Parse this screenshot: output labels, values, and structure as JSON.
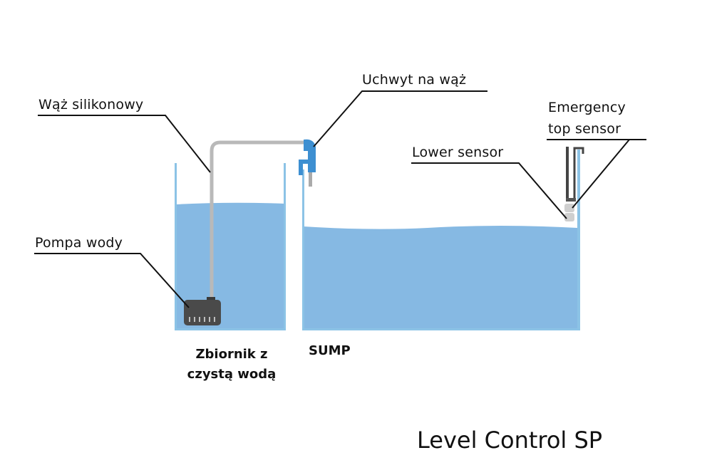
{
  "labels": {
    "hose": "Wąż silikonowy",
    "hose_holder": "Uchwyt na wąż",
    "emergency_line1": "Emergency",
    "emergency_line2": "top sensor",
    "lower_sensor": "Lower sensor",
    "pump": "Pompa wody"
  },
  "tanks": {
    "clean_line1": "Zbiornik z",
    "clean_line2": "czystą wodą",
    "sump": "SUMP"
  },
  "title": "Level Control SP",
  "colors": {
    "water": "#86b9e3",
    "tank_wall": "#8cc3e6",
    "hose": "#b9b9b9",
    "holder": "#3d8fd1",
    "pump": "#4a4a4a",
    "sensor": "#cfcfcf",
    "leader": "#111111"
  }
}
